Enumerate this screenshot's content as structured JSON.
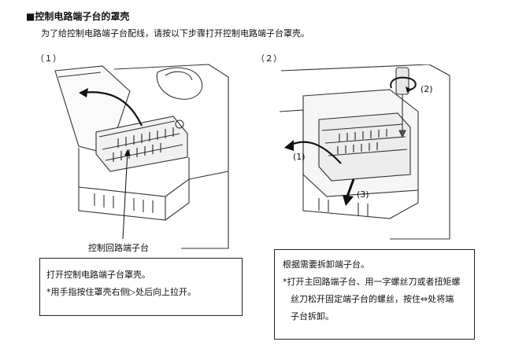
{
  "section": {
    "title": "■控制电路端子台的罩壳",
    "intro": "为了给控制电路端子台配线，请按以下步骤打开控制电路端子台罩壳。"
  },
  "step1": {
    "number": "（１）",
    "callout": "控制回路端子台",
    "box_line1": "打开控制电路端子台罩壳。",
    "box_line2": "*用手指按住罩壳右侧▷处后向上拉开。"
  },
  "step2": {
    "number": "（２）",
    "label1": "(1)",
    "label2": "(2)",
    "label3": "(3)",
    "box_line1": "根据需要拆卸端子台。",
    "box_line2": "*打开主回路端子台、用一字螺丝刀或者扭矩螺",
    "box_line3": "丝刀松开固定端子台的螺丝，按住⇔处将端",
    "box_line4": "子台拆卸。"
  }
}
